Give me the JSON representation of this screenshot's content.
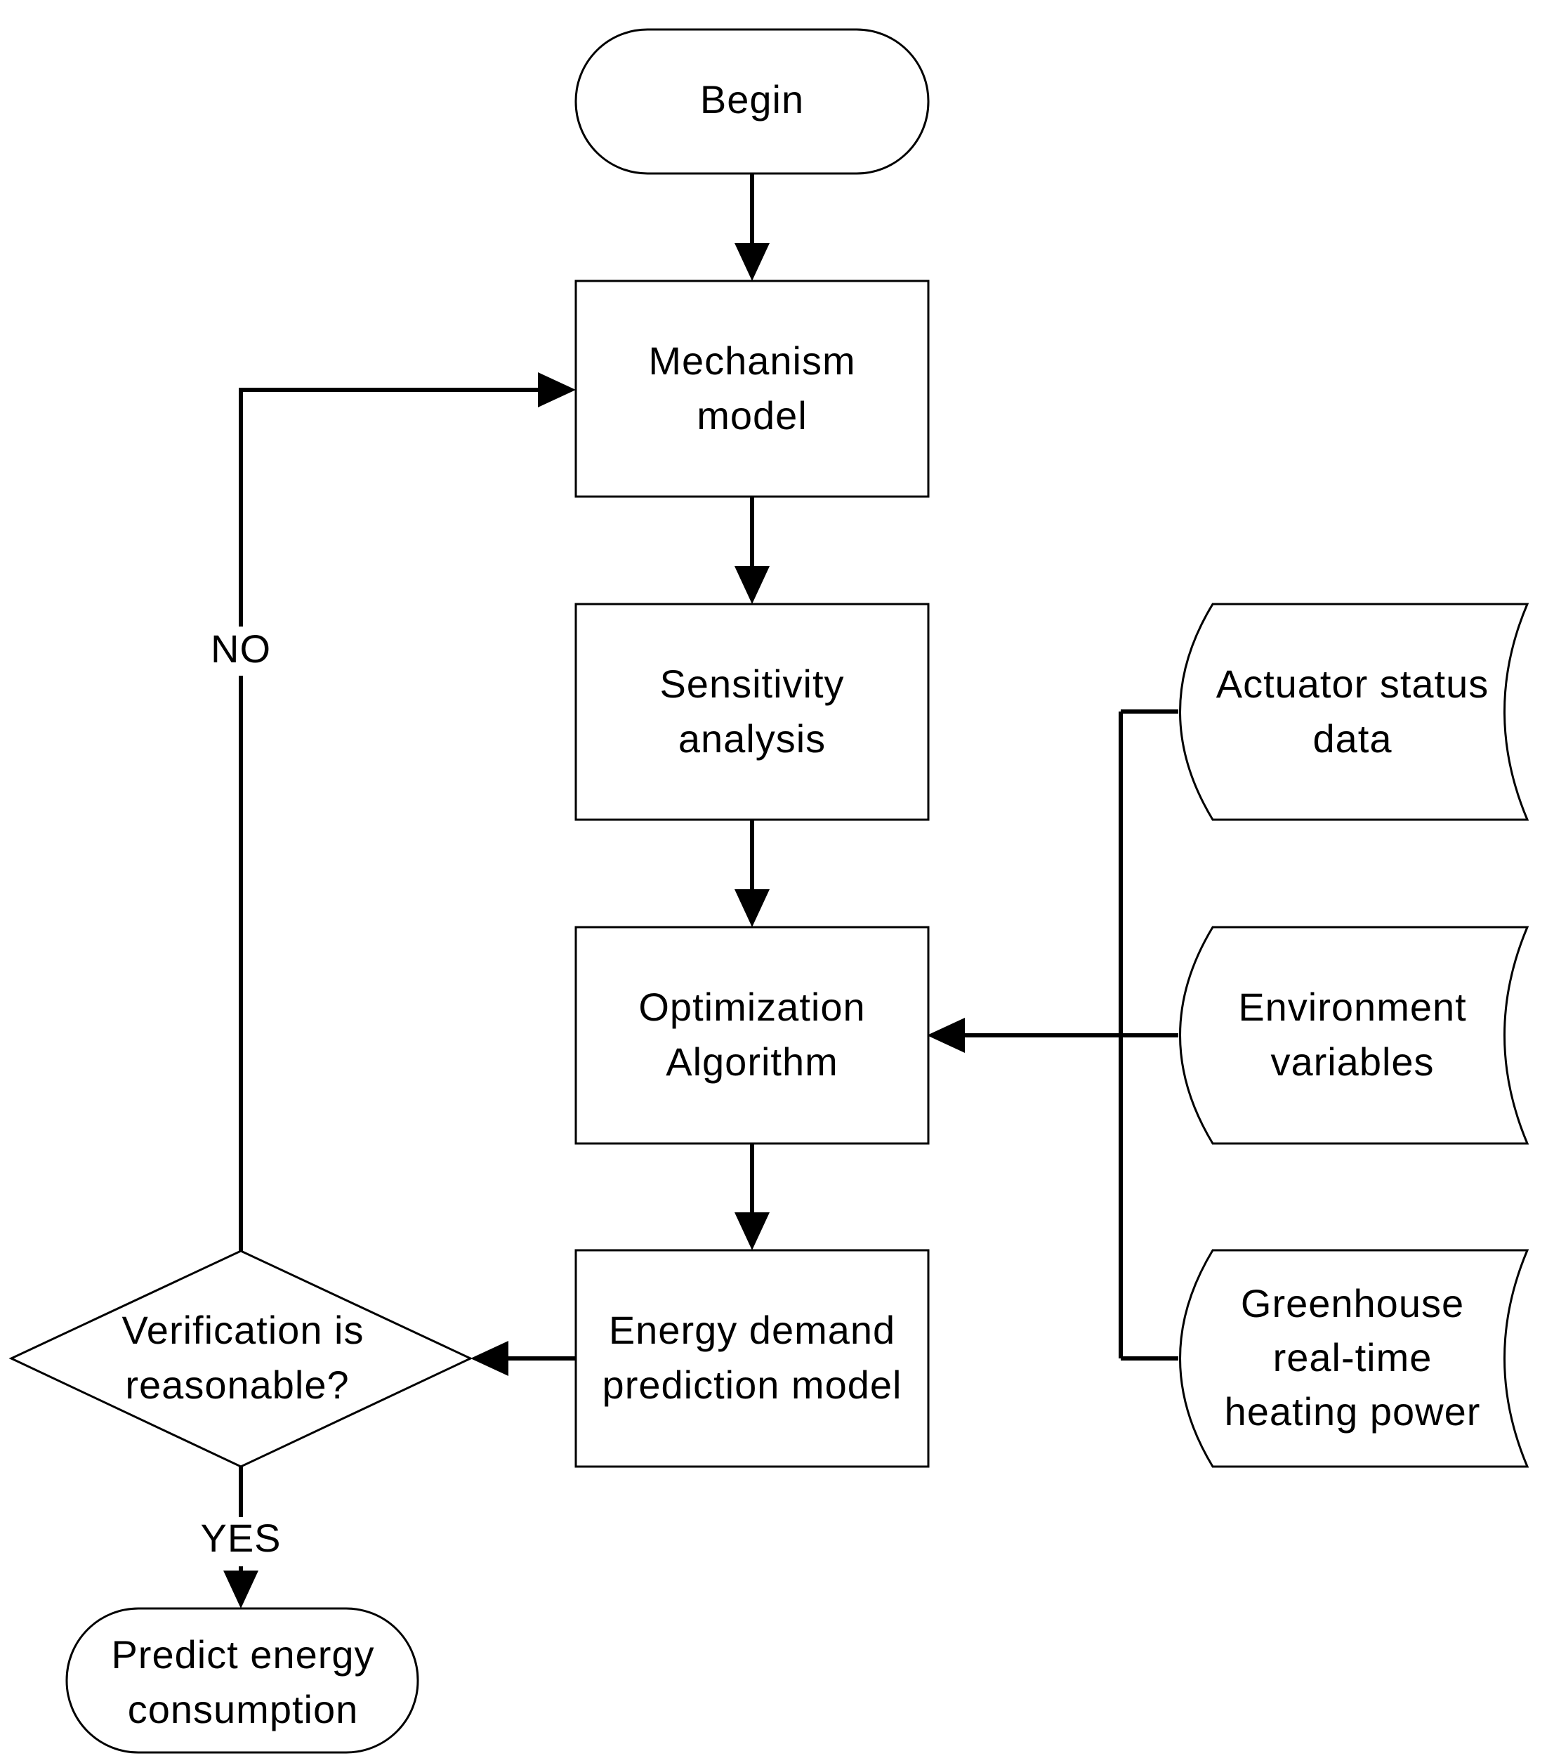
{
  "colors": {
    "stroke": "#000000",
    "fill": "#ffffff",
    "text": "#000000"
  },
  "nodes": {
    "begin": "Begin",
    "mechanism": [
      "Mechanism",
      "model"
    ],
    "sensitivity": [
      "Sensitivity",
      "analysis"
    ],
    "optimization": [
      "Optimization",
      "Algorithm"
    ],
    "energy_model": [
      "Energy demand",
      "prediction model"
    ],
    "decision": [
      "Verification is",
      "reasonable?"
    ],
    "predict": [
      "Predict energy",
      "consumption"
    ],
    "actuator": [
      "Actuator status",
      "data"
    ],
    "environment": [
      "Environment",
      "variables"
    ],
    "greenhouse": [
      "Greenhouse",
      "real-time",
      "heating power"
    ]
  },
  "branches": {
    "no": "NO",
    "yes": "YES"
  }
}
